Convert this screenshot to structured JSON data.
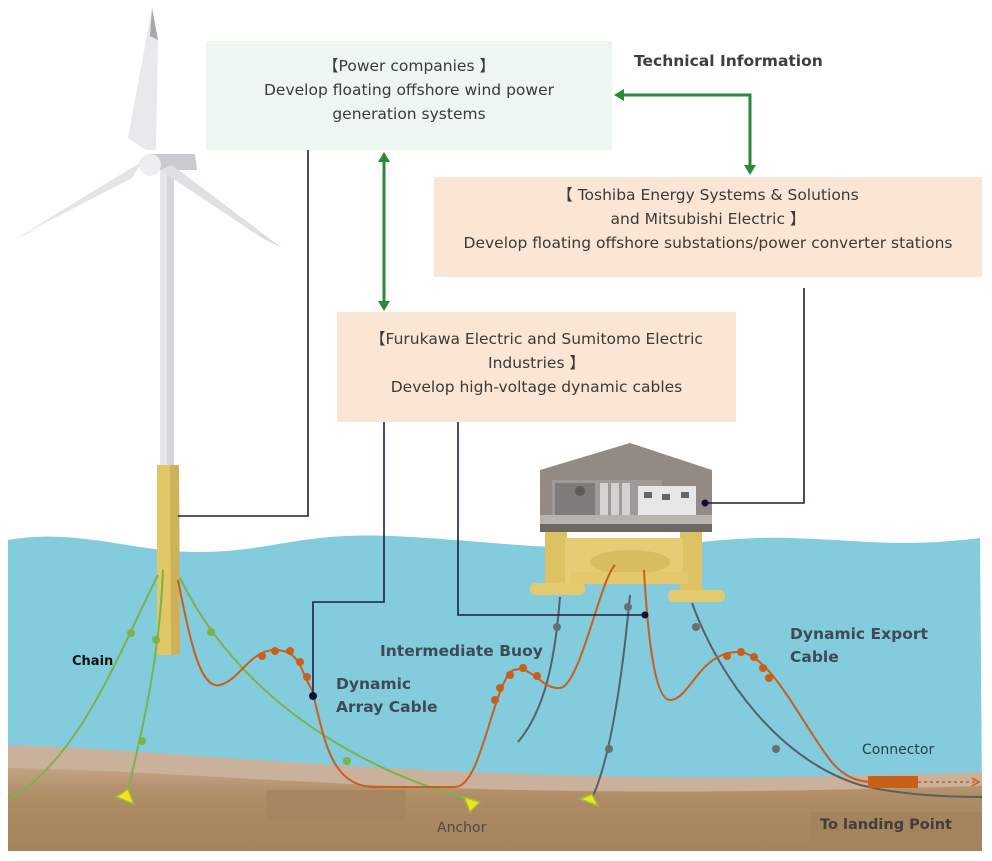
{
  "diagram": {
    "title": "Floating offshore wind power system collaboration",
    "boxes": {
      "power_companies": {
        "lines": [
          "【Power companies 】",
          "Develop floating offshore wind power",
          "generation systems"
        ],
        "color": "#edf7f0"
      },
      "toshiba": {
        "lines": [
          "【 Toshiba Energy Systems & Solutions",
          "and Mitsubishi Electric 】",
          "Develop floating offshore substations/power converter stations"
        ],
        "color": "#fbe5d4"
      },
      "furukawa": {
        "lines": [
          "【Furukawa Electric and  Sumitomo Electric",
          "Industries 】",
          "Develop high-voltage dynamic cables"
        ],
        "color": "#fbe5d4"
      }
    },
    "arrows": {
      "label": "Technical  Information",
      "color": "#2a8a3a",
      "connections": [
        {
          "from": "power_companies",
          "to": "toshiba",
          "direction": "bidirectional"
        },
        {
          "from": "power_companies",
          "to": "furukawa",
          "direction": "bidirectional"
        }
      ]
    },
    "labels": {
      "chain": "Chain",
      "dynamic_array_cable": [
        "Dynamic",
        "Array Cable"
      ],
      "intermediate_buoy": "Intermediate Buoy",
      "dynamic_export_cable": [
        "Dynamic Export",
        "Cable"
      ],
      "connector": "Connector",
      "anchor": "Anchor",
      "to_landing_point": "To landing Point"
    },
    "colors": {
      "sea": "#82ccdd",
      "seabed": "#a9865c",
      "seabed_surface": "#c9b19c",
      "cable": "#c8601a",
      "chain": "#7cb24a",
      "mooring": "#5a5f66",
      "float": "#e1c668",
      "leader_line": "#1c1f45",
      "anchor": "#f2e41a"
    }
  }
}
